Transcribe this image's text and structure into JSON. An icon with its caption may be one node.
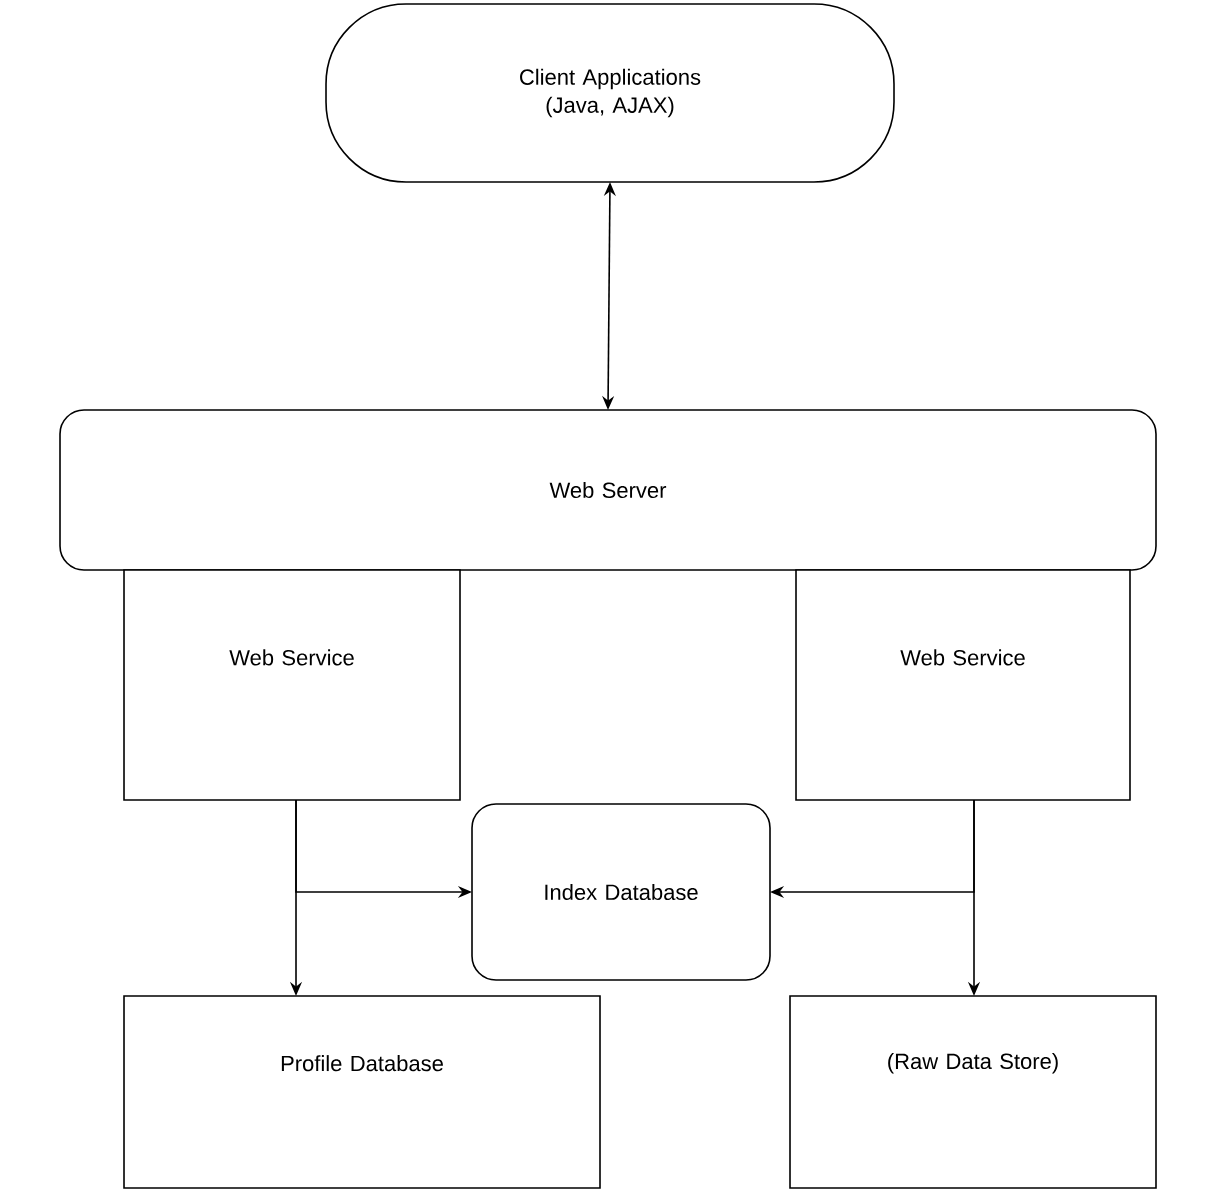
{
  "diagram": {
    "nodes": [
      {
        "text": [
          "Client Applications",
          "(Java, AJAX)"
        ]
      },
      {
        "text": [
          "Web Server"
        ]
      },
      {
        "text": [
          "Web Service"
        ]
      },
      {
        "text": [
          "Web Service"
        ]
      },
      {
        "text": [
          "Index Database"
        ]
      },
      {
        "text": [
          "Profile Database"
        ]
      },
      {
        "text": [
          "(Raw Data Store)"
        ]
      }
    ],
    "edges": [
      {
        "from": 0,
        "to": 1,
        "arrow": "both"
      },
      {
        "from": 2,
        "to": 5,
        "arrow": "to"
      },
      {
        "from": 3,
        "to": 6,
        "arrow": "to"
      },
      {
        "from": 2,
        "to": 4,
        "arrow": "to"
      },
      {
        "from": 3,
        "to": 4,
        "arrow": "to"
      }
    ]
  }
}
